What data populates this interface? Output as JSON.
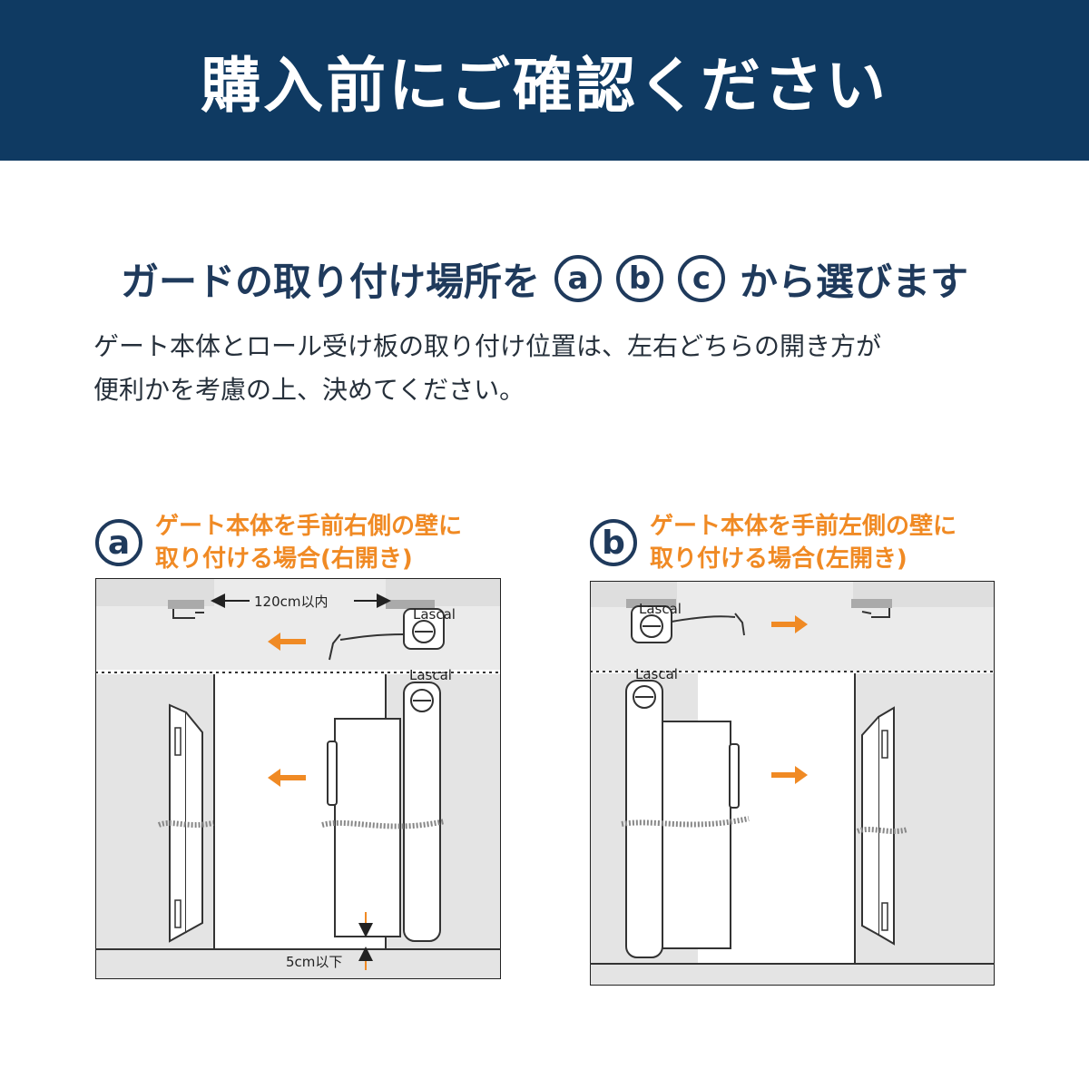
{
  "header": {
    "title": "購入前にご確認ください"
  },
  "subtitle": {
    "before": "ガードの取り付け場所を",
    "badges": [
      "a",
      "b",
      "c"
    ],
    "after": "から選びます"
  },
  "description": {
    "line1": "ゲート本体とロール受け板の取り付け位置は、左右どちらの開き方が",
    "line2": "便利かを考慮の上、決めてください。"
  },
  "options": [
    {
      "badge": "a",
      "line1": "ゲート本体を手前右側の壁に",
      "line2": "取り付ける場合(右開き)",
      "width_label": "120cm以内",
      "gap_label": "5cm以下",
      "brand": "Lascal"
    },
    {
      "badge": "b",
      "line1": "ゲート本体を手前左側の壁に",
      "line2": "取り付ける場合(左開き)",
      "brand": "Lascal"
    }
  ],
  "colors": {
    "header_bg": "#0f3a62",
    "text_navy": "#1f3a5c",
    "accent_orange": "#f08a24",
    "wall_gray": "#e4e4e4"
  }
}
